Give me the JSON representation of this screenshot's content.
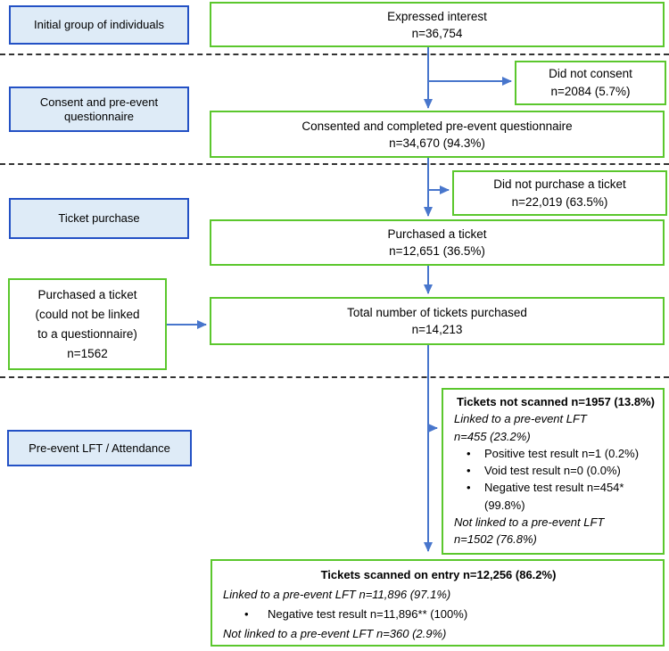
{
  "glyphs": {
    "bullet": "•"
  },
  "colors": {
    "green_border": "#5BC72D",
    "blue_border": "#2351C5",
    "blue_fill": "#DEEBF7",
    "arrow_blue": "#4876CC",
    "divider": "#333333"
  },
  "stages": [
    {
      "label": "Initial group of individuals"
    },
    {
      "label": "Consent and pre-event questionnaire"
    },
    {
      "label": "Ticket purchase"
    },
    {
      "label": "Pre-event LFT / Attendance"
    }
  ],
  "flow": {
    "expressed_interest": {
      "label": "Expressed interest",
      "value": "n=36,754"
    },
    "did_not_consent": {
      "label": "Did not consent",
      "value": "n=2084 (5.7%)"
    },
    "consented": {
      "label": "Consented and completed pre-event questionnaire",
      "value": "n=34,670 (94.3%)"
    },
    "did_not_purchase": {
      "label": "Did not purchase a ticket",
      "value": "n=22,019 (63.5%)"
    },
    "purchased": {
      "label": "Purchased a ticket",
      "value": "n=12,651 (36.5%)"
    },
    "unlinked_ticket": {
      "lines": [
        "Purchased a ticket",
        "(could not be linked",
        "to a questionnaire)",
        "n=1562"
      ]
    },
    "total_tickets": {
      "label": "Total number of tickets purchased",
      "value": "n=14,213"
    },
    "not_scanned": {
      "title": "Tickets not scanned n=1957 (13.8%)",
      "linked_label": "Linked to a pre-event LFT",
      "linked_value": "n=455 (23.2%)",
      "bullets": [
        "Positive test result n=1 (0.2%)",
        "Void test result n=0 (0.0%)",
        "Negative test result n=454* (99.8%)"
      ],
      "not_linked_label": "Not linked to a pre-event LFT",
      "not_linked_value": "n=1502 (76.8%)"
    },
    "scanned": {
      "title": "Tickets scanned on entry n=12,256 (86.2%)",
      "linked": "Linked to a pre-event LFT n=11,896 (97.1%)",
      "bullets": [
        "Negative test result n=11,896** (100%)"
      ],
      "not_linked": "Not linked to a pre-event LFT n=360 (2.9%)"
    }
  }
}
